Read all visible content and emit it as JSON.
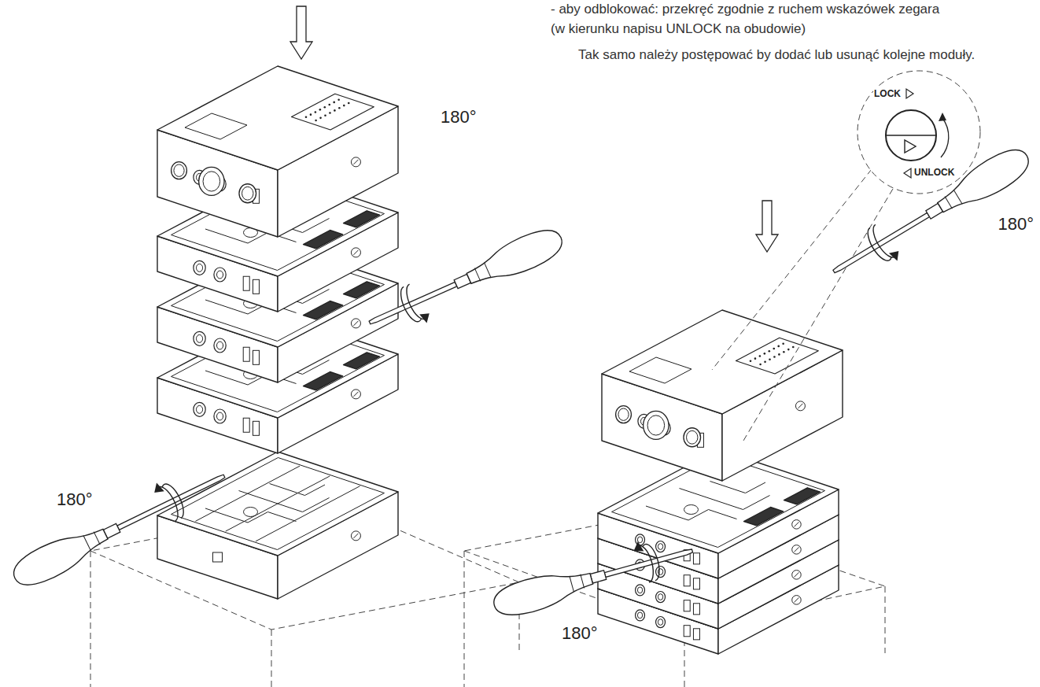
{
  "diagram": {
    "labels": [
      "- aby odblokować: przekręć zgodnie z ruchem wskazówek zegara",
      "(w kierunku napisu UNLOCK na obudowie)",
      "Tak samo należy postępować by dodać lub usunąć kolejne moduły.",
      "LOCK",
      "180°",
      "UNLOCK",
      "180°",
      "180°",
      "180°"
    ]
  }
}
